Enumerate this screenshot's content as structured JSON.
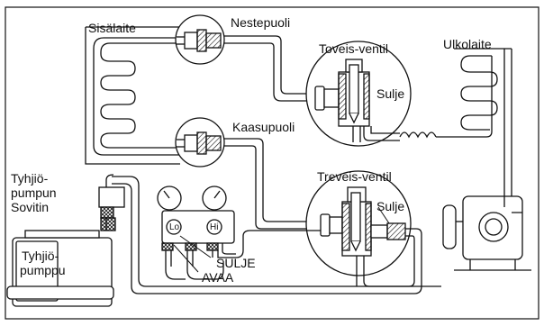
{
  "labels": {
    "indoor_unit": "Sisälaite",
    "liquid_side": "Nestepuoli",
    "gas_side": "Kaasupuoli",
    "two_way_valve": "Toveis-ventil",
    "close_top": "Sulje",
    "outdoor_unit": "Ulkolaite",
    "three_way_valve": "Treveis-ventil",
    "close_bottom": "Sulje",
    "pump_adapter_line1": "Tyhjiö-",
    "pump_adapter_line2": "pumpun",
    "pump_adapter_line3": "Sovitin",
    "vacuum_pump_line1": "Tyhjiö-",
    "vacuum_pump_line2": "pumppu",
    "close_caps": "SULJE",
    "open_caps": "AVAA",
    "gauge_lo": "Lo",
    "gauge_hi": "Hi"
  },
  "colors": {
    "line": "#111111",
    "background": "#ffffff"
  }
}
